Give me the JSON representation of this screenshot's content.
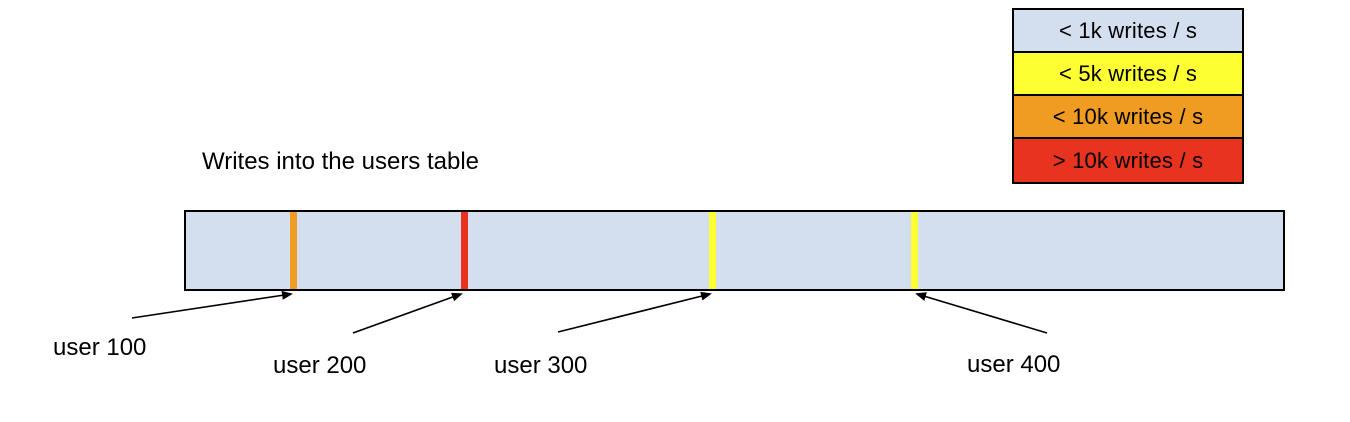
{
  "title": "Writes into the users table",
  "legend": {
    "items": [
      {
        "label": "< 1k writes / s",
        "color": "#d3dfef"
      },
      {
        "label": "< 5k writes / s",
        "color": "#feff33"
      },
      {
        "label": "< 10k writes / s",
        "color": "#f09c23"
      },
      {
        "label": "> 10k writes / s",
        "color": "#e8341f"
      }
    ]
  },
  "bar": {
    "fill": "#d3dfef",
    "markers": [
      {
        "user": "user 100",
        "rate_bucket": "< 10k writes / s",
        "color": "#f09c23"
      },
      {
        "user": "user 200",
        "rate_bucket": "> 10k writes / s",
        "color": "#e8341f"
      },
      {
        "user": "user 300",
        "rate_bucket": "< 5k writes / s",
        "color": "#feff33"
      },
      {
        "user": "user 400",
        "rate_bucket": "< 5k writes / s",
        "color": "#feff33"
      }
    ]
  }
}
